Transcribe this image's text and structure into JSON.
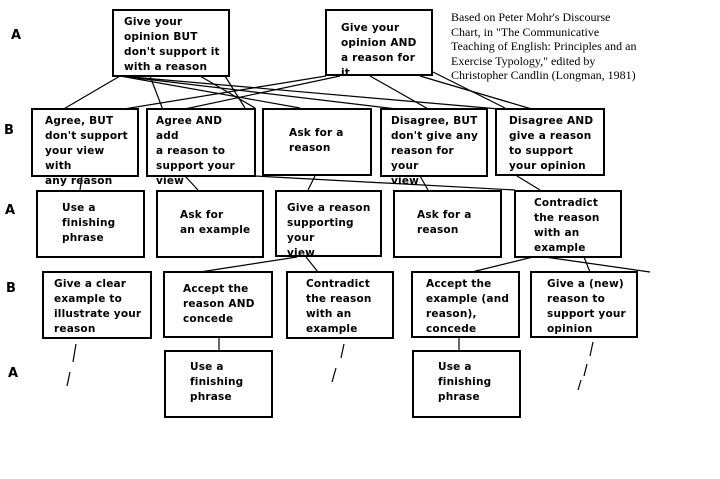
{
  "source_note": "Based on Peter Mohr's Discourse\nChart, in \"The Communicative\nTeaching of English: Principles and an\nExercise Typology,\" edited by\nChristopher Candlin (Longman, 1981)",
  "row_labels": [
    "A",
    "B",
    "A",
    "B",
    "A"
  ],
  "level1": {
    "opinion_no_reason": "Give your\nopinion BUT\ndon't support it\nwith a reason",
    "opinion_with_reason": "Give your\nopinion AND\na reason for it"
  },
  "level2": {
    "agree_but": "Agree, BUT\ndon't support\nyour view with\nany reason",
    "agree_and": "Agree AND add\na reason to\nsupport your\nview",
    "ask_reason": "Ask for a\nreason",
    "disagree_but": "Disagree, BUT\ndon't give any\nreason for your\nview",
    "disagree_and": "Disagree AND\ngive a reason\nto support\nyour opinion"
  },
  "level3": {
    "finishing_phrase": "Use a\nfinishing\nphrase",
    "ask_example": "Ask for\nan example",
    "give_reason": "Give a reason\nsupporting your\nview",
    "ask_reason": "Ask for a\nreason",
    "contradict_example": "Contradict\nthe reason\nwith an\nexample"
  },
  "level4": {
    "clear_example": "Give a clear\nexample to\nillustrate your\nreason",
    "accept_concede": "Accept the\nreason AND\nconcede",
    "contradict_example": "Contradict\nthe reason\nwith an\nexample",
    "accept_example_concede": "Accept the\nexample (and\nreason),\nconcede",
    "new_reason": "Give a (new)\nreason to\nsupport your\nopinion"
  },
  "level5": {
    "finishing_phrase_1": "Use a\nfinishing\nphrase",
    "finishing_phrase_2": "Use a\nfinishing\nphrase"
  }
}
